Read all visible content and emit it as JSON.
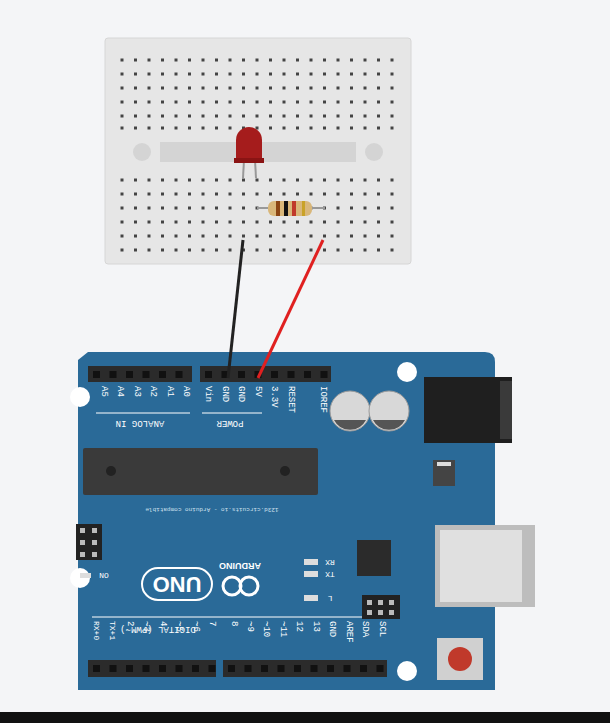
{
  "diagram": {
    "labels": [
      "A5",
      "A4",
      "A3",
      "A2",
      "A1",
      "A0",
      "Vin",
      "GND",
      "GND",
      "5V",
      "3.3V",
      "RESET",
      "IOREF",
      "ANALOG IN",
      "POWER",
      "123d.circuits.io - Arduino compatible",
      "ON",
      "UNO",
      "ARDUINO",
      "RX",
      "TX",
      "L",
      "DIGITAL (PWM~)",
      "RX+0",
      "TX+1",
      "2",
      "~3",
      "4",
      "~5",
      "~6",
      "7",
      "8",
      "~9",
      "~10",
      "~11",
      "12",
      "13",
      "GND",
      "AREF",
      "SDA",
      "SCL"
    ]
  }
}
